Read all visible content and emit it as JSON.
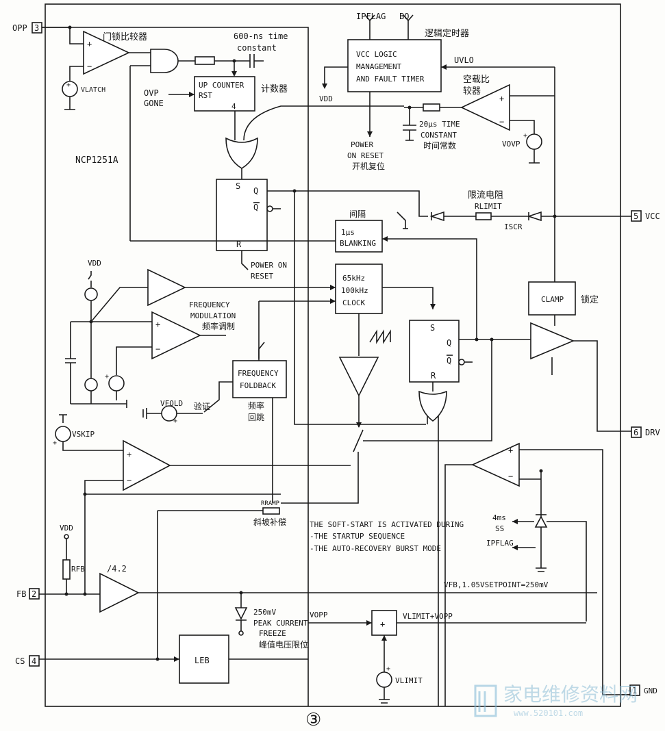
{
  "pins": {
    "opp": {
      "name": "OPP",
      "num": "3"
    },
    "fb": {
      "name": "FB",
      "num": "2"
    },
    "cs": {
      "name": "CS",
      "num": "4"
    },
    "vcc": {
      "name": "VCC",
      "num": "5"
    },
    "drv": {
      "name": "DRV",
      "num": "6"
    },
    "gnd": {
      "name": "GND",
      "num": "1"
    }
  },
  "labels": {
    "latch_cmp": "门锁比较器",
    "time_const_1": "600-ns time",
    "time_const_2": "constant",
    "vlatch": "VLATCH",
    "ovp_1": "OVP",
    "ovp_2": "GONE",
    "counter_1": "UP COUNTER",
    "counter_2": "RST",
    "counter_3": "4",
    "counter_cn": "计数器",
    "ipflag": "IPFLAG",
    "bo": "BO",
    "logic_timer_cn": "逻辑定时器",
    "vcc_logic_1": "VCC LOGIC",
    "vcc_logic_2": "MANAGEMENT",
    "vcc_logic_3": "AND FAULT TIMER",
    "uvlo": "UVLO",
    "vdd": "VDD",
    "empty_cmp_1": "空载比",
    "empty_cmp_2": "较器",
    "tc20_1": "20μs TIME",
    "tc20_2": "CONSTANT",
    "tc20_cn": "时间常数",
    "por_1": "POWER",
    "por_2": "ON RESET",
    "por_cn": "开机复位",
    "vovp": "VOVP",
    "chip": "NCP1251A",
    "s": "S",
    "q": "Q",
    "qbar": "Q",
    "r": "R",
    "rlimit_cn": "限流电阻",
    "rlimit": "RLIMIT",
    "iscr": "ISCR",
    "interval_cn": "间隔",
    "blanking_1": "1μs",
    "blanking_2": "BLANKING",
    "por_reset_1": "POWER ON",
    "por_reset_2": "RESET",
    "vdd_top": "VDD",
    "clock_1": "65kHz",
    "clock_2": "100kHz",
    "clock_3": "CLOCK",
    "fm_1": "FREQUENCY",
    "fm_2": "MODULATION",
    "fm_cn": "频率调制",
    "clamp": "CLAMP",
    "clamp_cn": "锁定",
    "ff2_s": "S",
    "ff2_q": "Q",
    "ff2_qbar": "Q",
    "ff2_r": "R",
    "fold_1": "FREQUENCY",
    "fold_2": "FOLDBACK",
    "fold_cn_1": "频率",
    "fold_cn_2": "回跳",
    "vfold": "VFOLD",
    "vfold_cn": "验证",
    "vskip": "VSKIP",
    "rramp": "RRAMP",
    "ramp_cn": "斜坡补偿",
    "ss_1": "THE SOFT-START IS ACTIVATED DURING",
    "ss_2": "-THE STARTUP SEQUENCE",
    "ss_3": "-THE AUTO-RECOVERY BURST MODE",
    "ss_4ms_1": "4ms",
    "ss_4ms_2": "SS",
    "ipflag2": "IPFLAG",
    "vdd_fb": "VDD",
    "rfb": "RFB",
    "div": "/4.2",
    "vfb_note": "VFB,1.05VSETPOINT=250mV",
    "peak_1": "250mV",
    "peak_2": "PEAK CURRENT",
    "peak_3": "FREEZE",
    "peak_cn": "峰值电压限位",
    "vopp": "VOPP",
    "vlimit_vopp": "VLIMIT+VOPP",
    "sum_plus": "+",
    "leb": "LEB",
    "vlimit": "VLIMIT",
    "figure_num": "③",
    "watermark_cn": "家电维修资料网",
    "watermark_url": "www.520101.com"
  }
}
